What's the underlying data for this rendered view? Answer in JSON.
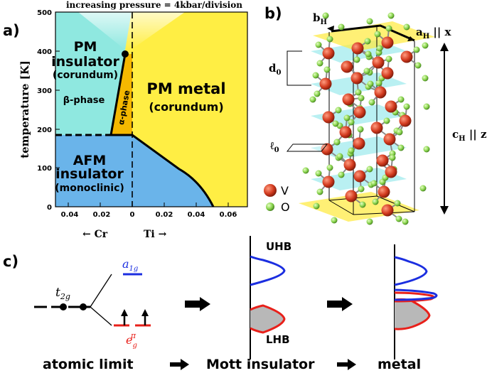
{
  "panel_a": {
    "label": "a)",
    "top_note": "increasing pressure = 4kbar/division",
    "y_axis_label": "temperature [K]",
    "y_ticks": [
      "0",
      "100",
      "200",
      "300",
      "400",
      "500"
    ],
    "x_ticks": [
      "0.04",
      "0.02",
      "0",
      "0.02",
      "0.04",
      "0.06"
    ],
    "x_dir_left": "← Cr",
    "x_dir_right": "Ti →",
    "region_pm_insulator": [
      "PM",
      "insulator",
      "(corundum)"
    ],
    "region_beta": "β-phase",
    "region_alpha": "α-phase",
    "region_pm_metal": [
      "PM metal",
      "(corundum)"
    ],
    "region_afm": [
      "AFM",
      "insulator",
      "(monoclinic)"
    ],
    "colors": {
      "cyan": "#8fe8e0",
      "yellow": "#ffee44",
      "blue": "#6ab4ea",
      "orange": "#f5b800"
    }
  },
  "panel_b": {
    "label": "b)",
    "b_h": "b",
    "b_h_sub": "H",
    "a_h": "a",
    "a_h_sub": "H",
    "a_h_suffix": " || x",
    "d0": "d",
    "d0_sub": "0",
    "l0": "ℓ",
    "l0_sub": "0",
    "c_h": "c",
    "c_h_sub": "H",
    "c_h_suffix": " || z",
    "legend_v": "V",
    "legend_o": "O"
  },
  "panel_c": {
    "label": "c)",
    "t2g": "t",
    "t2g_sub": "2g",
    "a1g": "a",
    "a1g_sub": "1g",
    "eg": "e",
    "eg_sub": "g",
    "eg_sup": "π",
    "uhb": "UHB",
    "lhb": "LHB",
    "caption_atomic": "atomic limit",
    "caption_mott": "Mott insulator",
    "caption_metal": "metal"
  }
}
